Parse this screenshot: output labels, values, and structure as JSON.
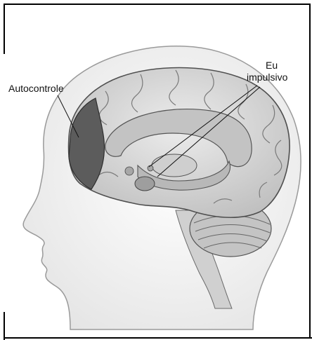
{
  "labels": {
    "autocontrole": "Autocontrole",
    "eu": "Eu",
    "impulsivo": "impulsivo"
  },
  "colors": {
    "head_fill": "#f1f1f1",
    "head_outline": "#8a8a8a",
    "brain_fill": "#d6d6d6",
    "brain_outline": "#5a5a5a",
    "prefrontal_highlight": "#5c5c5c",
    "limbic_fill": "#bdbdbd",
    "cerebellum_fill": "#bcbcbc"
  }
}
